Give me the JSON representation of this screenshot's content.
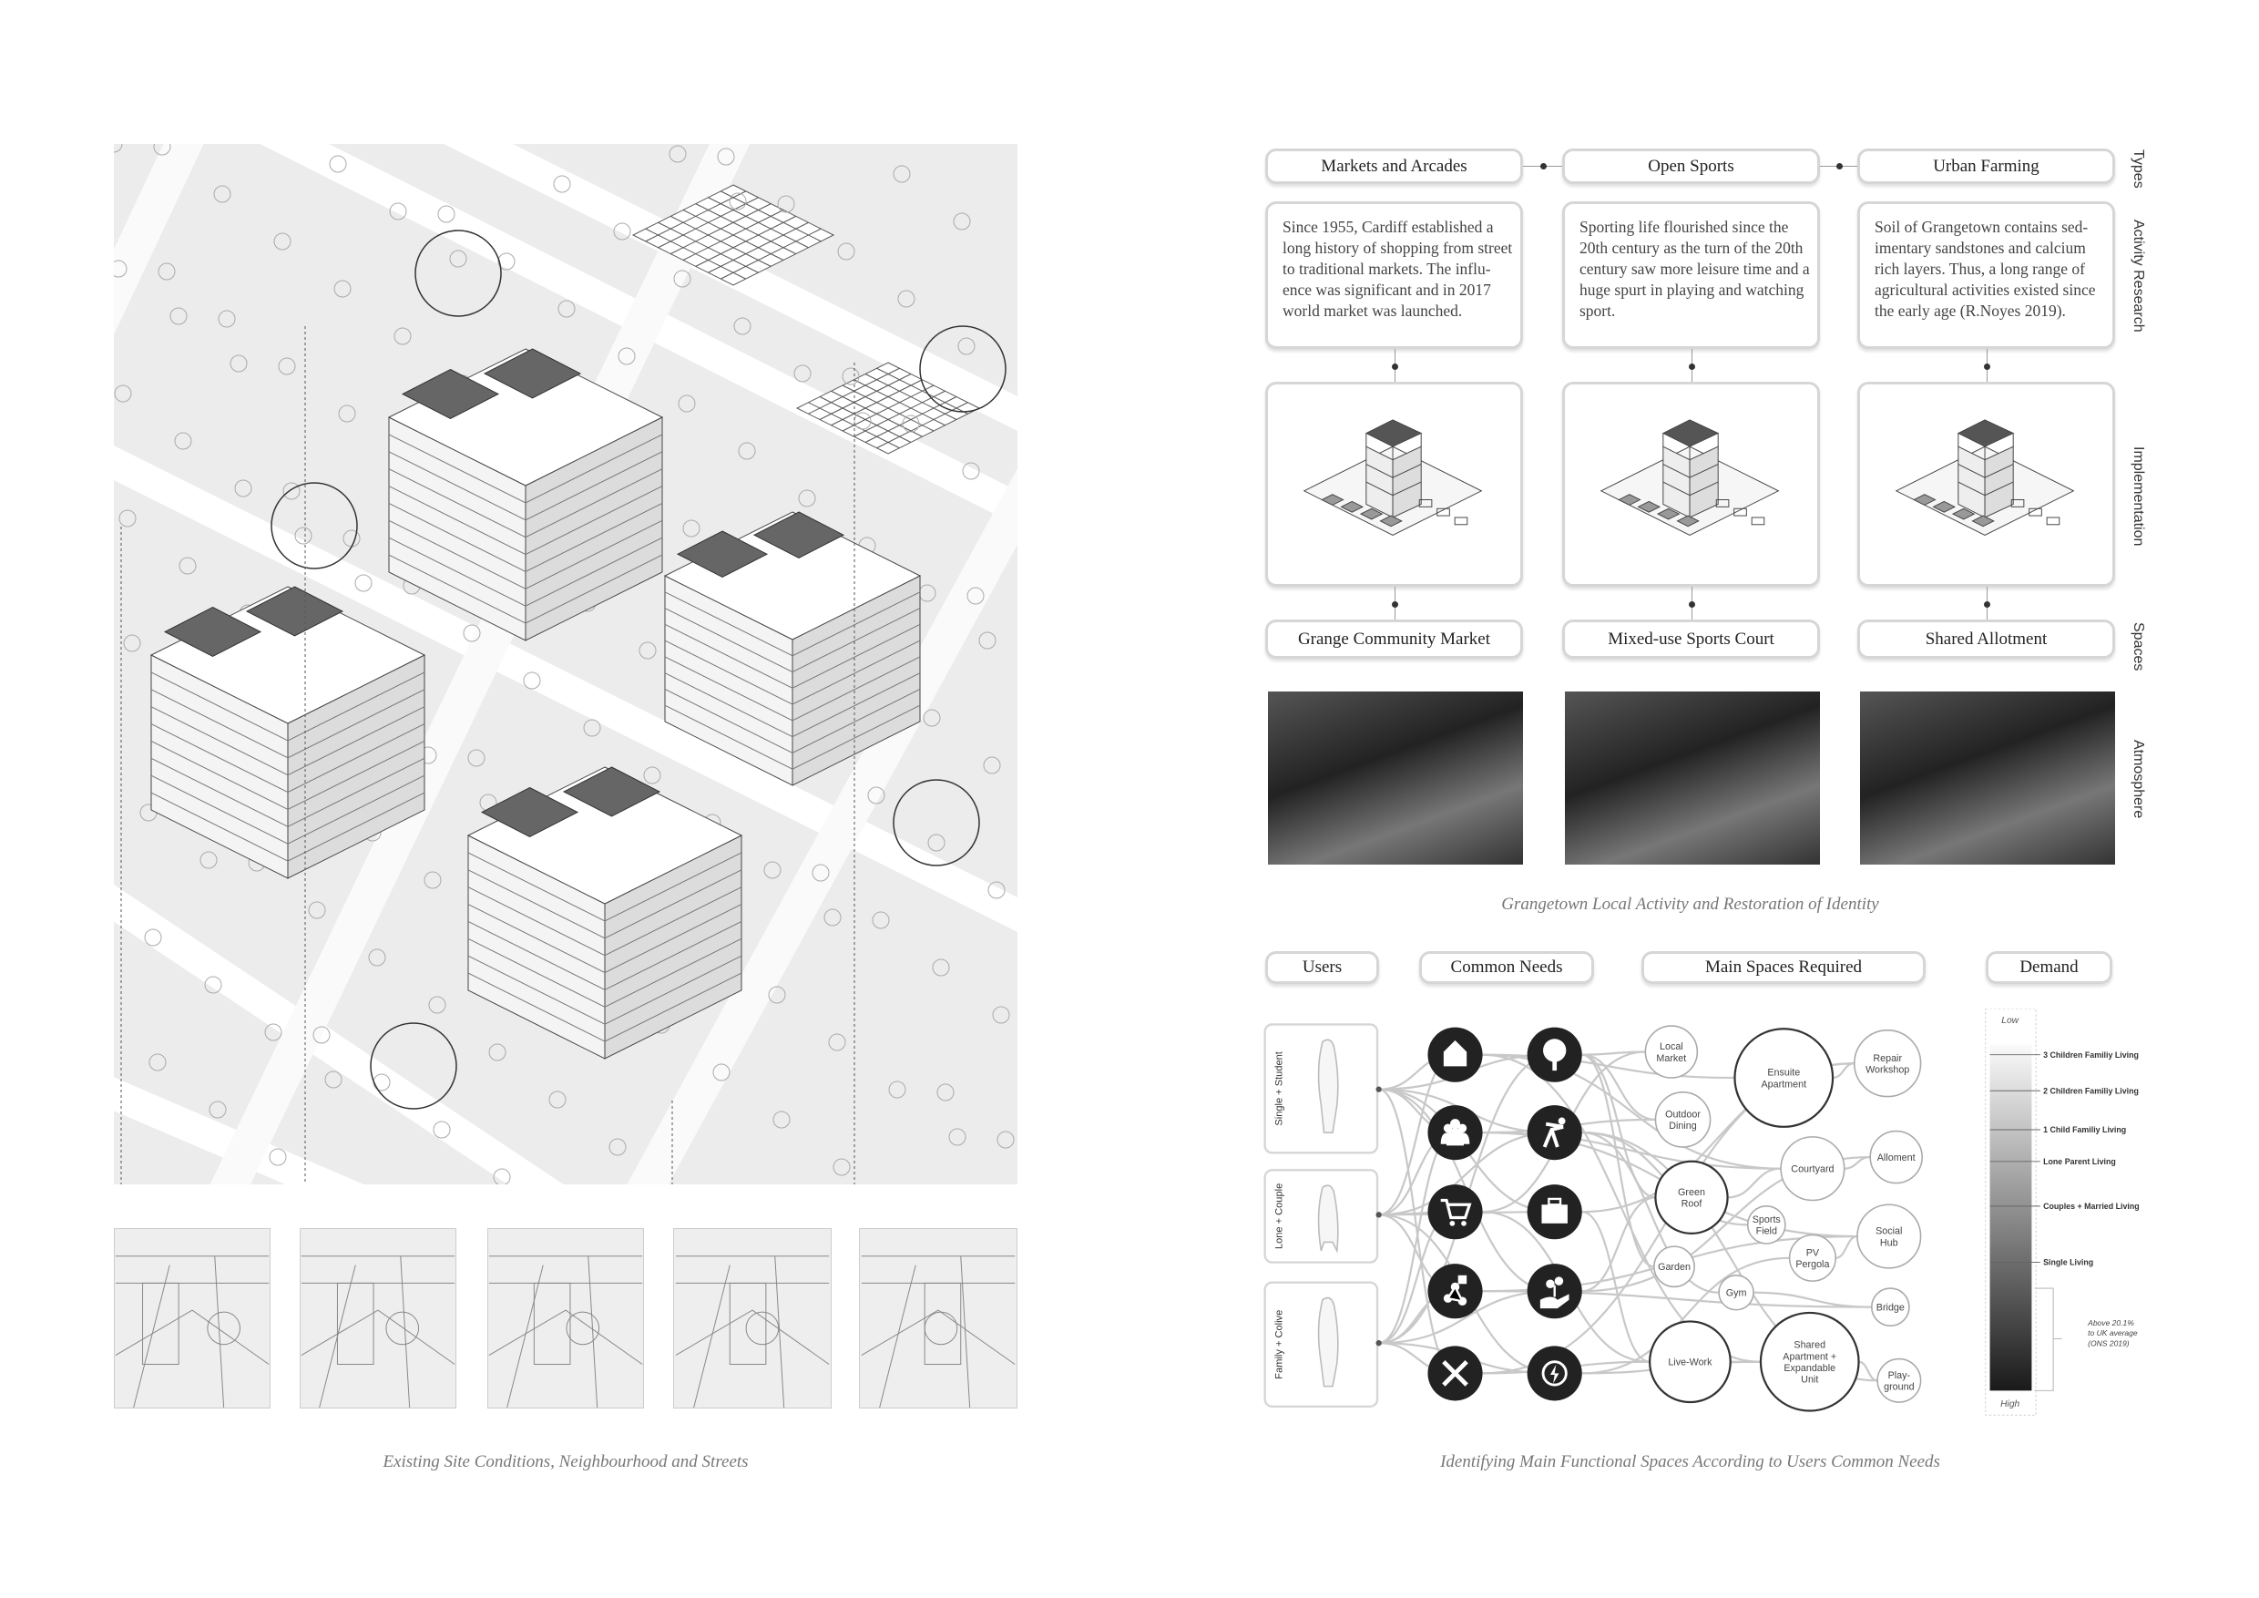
{
  "left": {
    "caption": "Existing Site Conditions, Neighbourhood and Streets",
    "thumbnails": [
      "street-view-1",
      "street-view-2",
      "street-view-3",
      "street-view-4",
      "street-view-5"
    ]
  },
  "right_top": {
    "side_labels": [
      "Types",
      "Activity Research",
      "Implementation",
      "Spaces",
      "Atmosphere"
    ],
    "columns": [
      {
        "type": "Markets and Arcades",
        "research": [
          "Since 1955, Cardiff established a",
          "long history of shopping from street",
          "to traditional markets. The influ-",
          "ence was significant and in 2017",
          "world market was launched."
        ],
        "space": "Grange Community Market"
      },
      {
        "type": "Open Sports",
        "research": [
          "Sporting life flourished since the",
          "20th century as the turn of the 20th",
          "century saw more leisure time and a",
          "huge spurt in playing and watching",
          "sport."
        ],
        "space": "Mixed-use Sports Court"
      },
      {
        "type": "Urban Farming",
        "research": [
          "Soil of Grangetown contains sed-",
          "imentary sandstones and calcium",
          "rich layers. Thus, a long range of",
          "agricultural activities existed since",
          "the early age (R.Noyes 2019)."
        ],
        "space": "Shared Allotment"
      }
    ],
    "caption": "Grangetown Local Activity and Restoration of Identity"
  },
  "right_bottom": {
    "headers": {
      "users": "Users",
      "needs": "Common Needs",
      "spaces": "Main Spaces Required",
      "demand": "Demand"
    },
    "users": [
      "Single + Student",
      "Lone + Couple",
      "Family + Colive"
    ],
    "needs": [
      "home-icon",
      "tree-icon",
      "community-icon",
      "exercise-icon",
      "shopping-cart-icon",
      "briefcase-icon",
      "network-icon",
      "plant-in-hand-icon",
      "tools-icon",
      "renewable-energy-icon"
    ],
    "spaces": [
      {
        "id": "local-market",
        "lines": [
          "Local",
          "Market"
        ]
      },
      {
        "id": "ensuite-apartment",
        "lines": [
          "Ensuite",
          "Apartment"
        ]
      },
      {
        "id": "repair-workshop",
        "lines": [
          "Repair",
          "Workshop"
        ]
      },
      {
        "id": "outdoor-dining",
        "lines": [
          "Outdoor",
          "Dining"
        ]
      },
      {
        "id": "courtyard",
        "lines": [
          "Courtyard"
        ]
      },
      {
        "id": "allotment",
        "lines": [
          "Alloment"
        ]
      },
      {
        "id": "green-roof",
        "lines": [
          "Green",
          "Roof"
        ]
      },
      {
        "id": "sports-field",
        "lines": [
          "Sports",
          "Field"
        ]
      },
      {
        "id": "social-hub",
        "lines": [
          "Social",
          "Hub"
        ]
      },
      {
        "id": "garden",
        "lines": [
          "Garden"
        ]
      },
      {
        "id": "pv-pergola",
        "lines": [
          "PV",
          "Pergola"
        ]
      },
      {
        "id": "gym",
        "lines": [
          "Gym"
        ]
      },
      {
        "id": "bridge",
        "lines": [
          "Bridge"
        ]
      },
      {
        "id": "live-work",
        "lines": [
          "Live-Work"
        ]
      },
      {
        "id": "shared-apartment",
        "lines": [
          "Shared",
          "Apartment +",
          "Expandable",
          "Unit"
        ]
      },
      {
        "id": "playground",
        "lines": [
          "Play-",
          "ground"
        ]
      }
    ],
    "demand": {
      "low": "Low",
      "high": "High",
      "levels": [
        "3 Children Familiy Living",
        "2 Children Familiy Living",
        "1 Child Familiy Living",
        "Lone Parent Living",
        "Couples + Married Living",
        "Single Living"
      ],
      "note": [
        "Above 20.1%",
        "to UK average",
        "(ONS 2019)"
      ]
    },
    "caption": "Identifying Main Functional Spaces According to Users Common Needs"
  }
}
